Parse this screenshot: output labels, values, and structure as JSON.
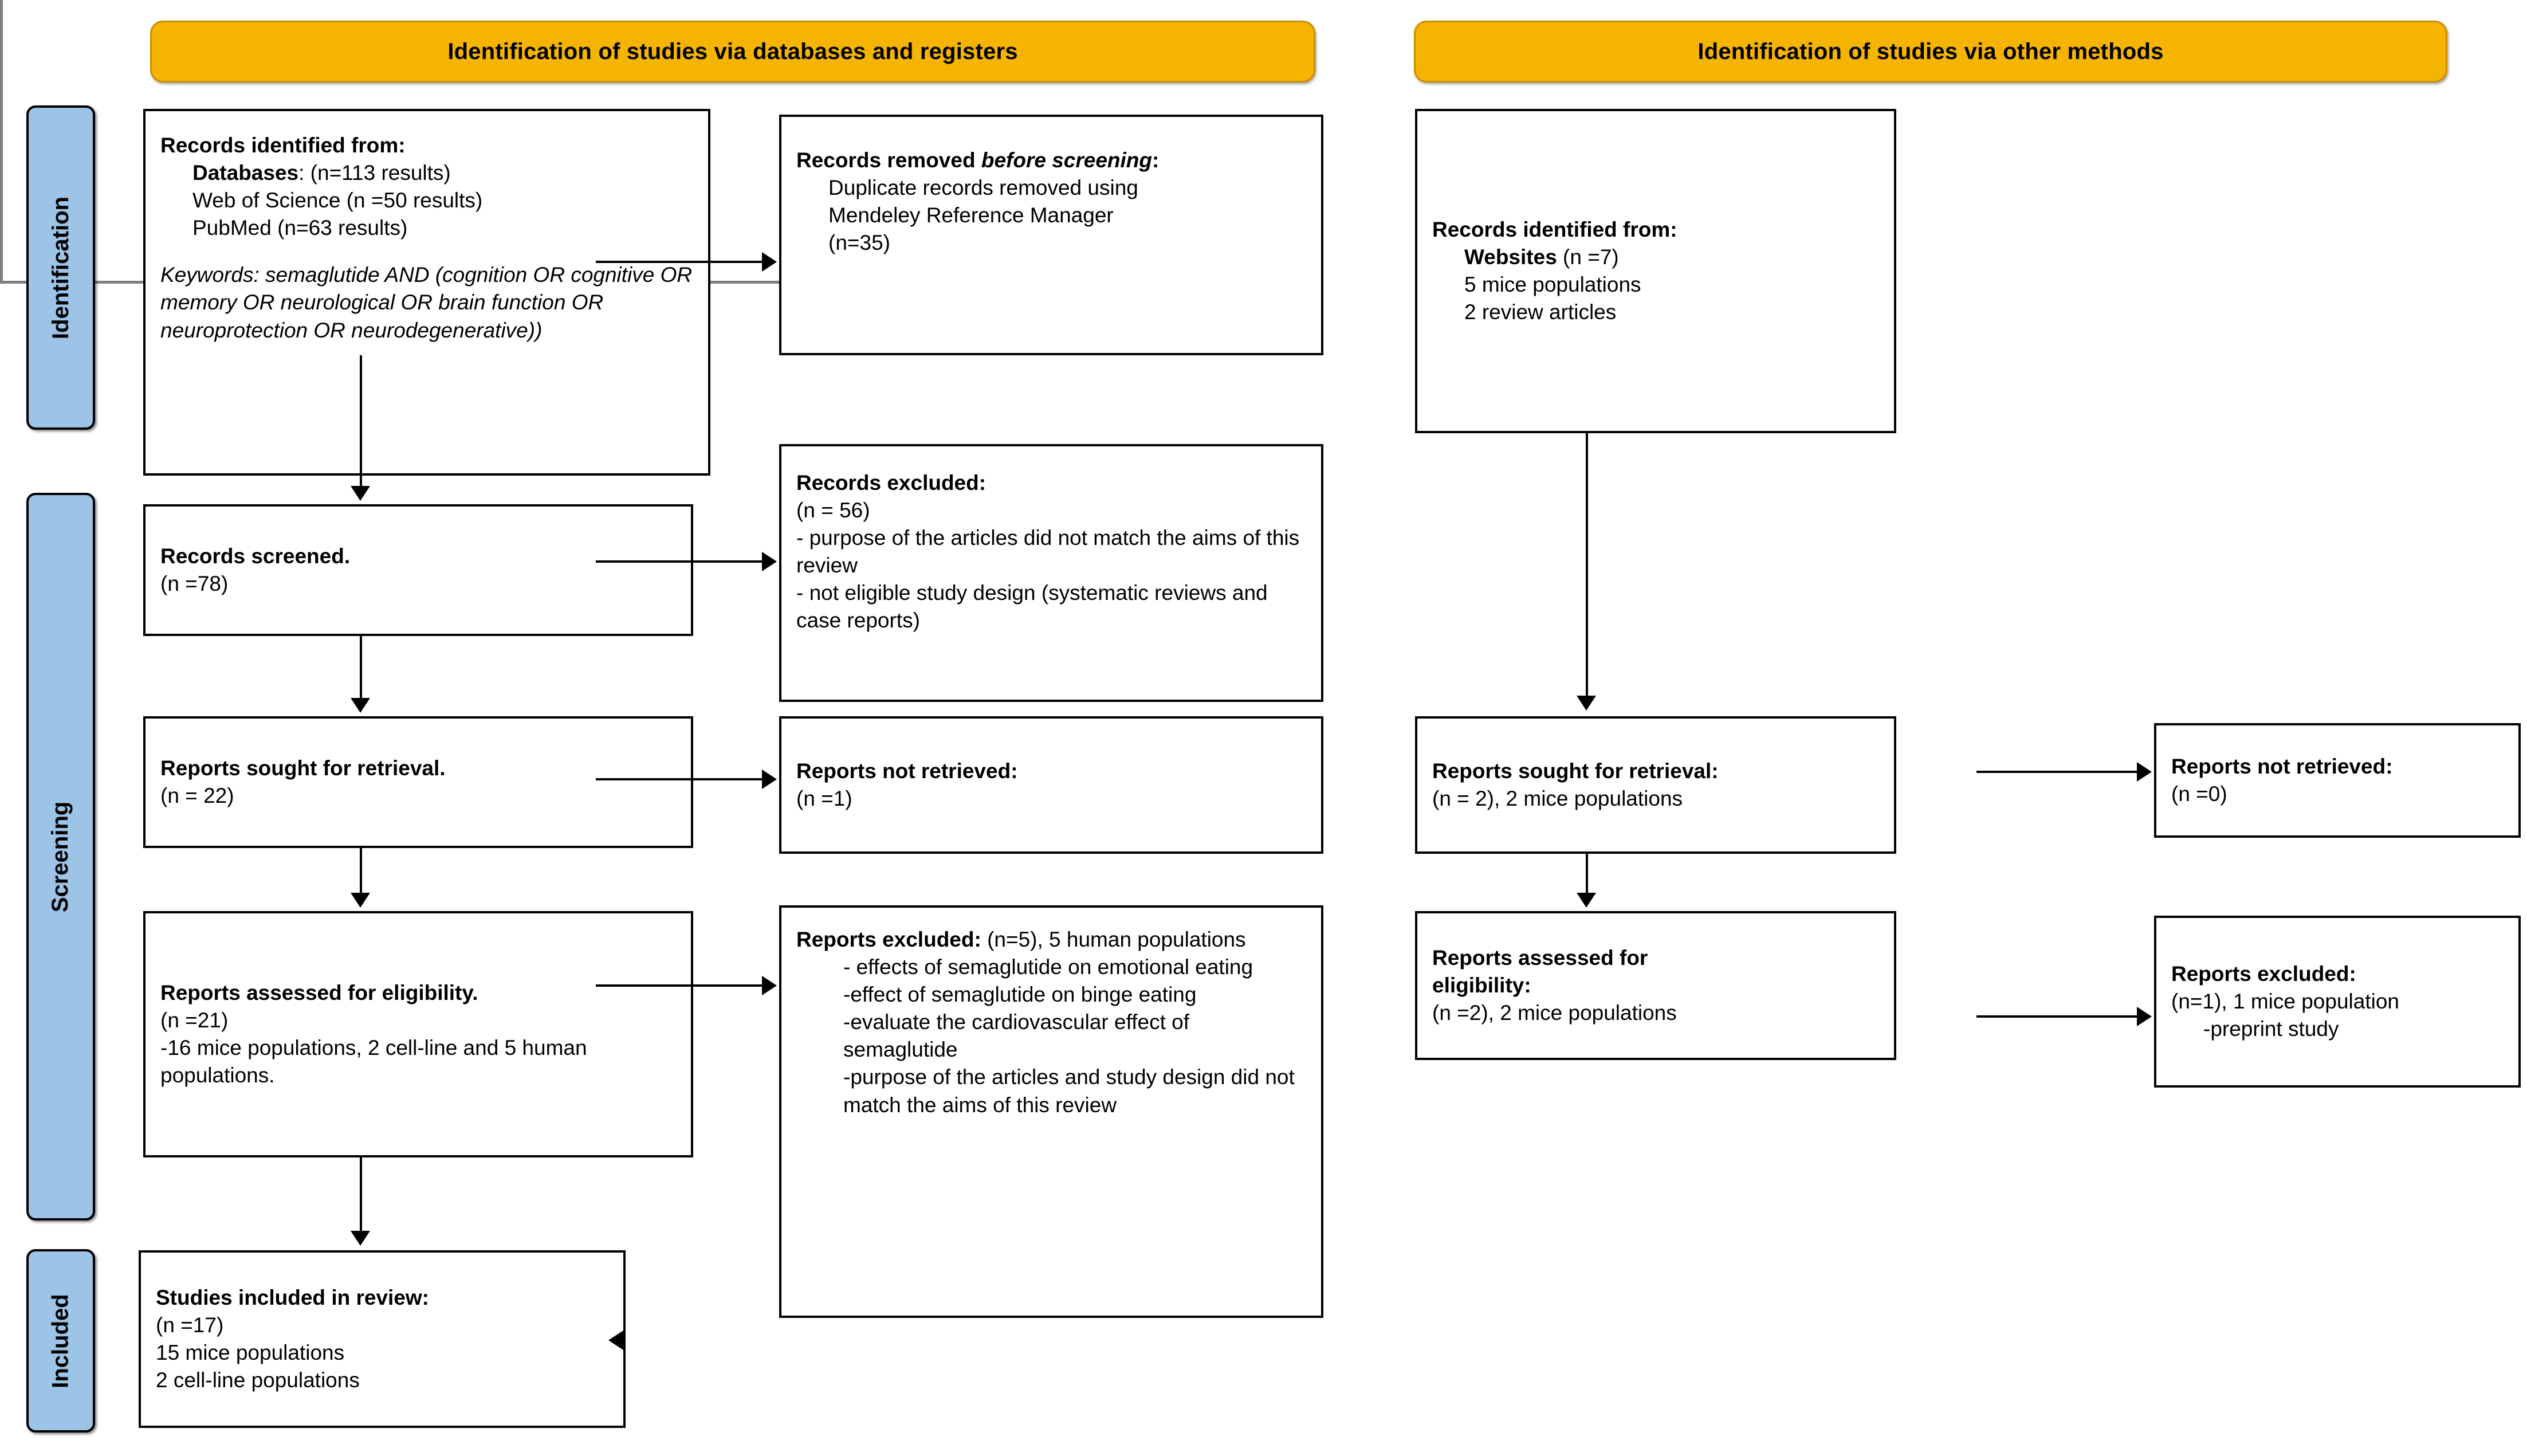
{
  "diagram": {
    "type": "PRISMA 2020 flow diagram",
    "accent_orange": "#f5b400",
    "accent_blue": "#9dc3e6",
    "box_border": "#000000"
  },
  "banners": {
    "left": "Identification of studies via databases and registers",
    "right": "Identification of studies via other methods"
  },
  "stages": {
    "identification": "Identification",
    "screening": "Screening",
    "included": "Included"
  },
  "left_column": {
    "records_identified": {
      "title": "Records identified from:",
      "line_databases_label": "Databases",
      "line_databases_value": ": (n=113 results)",
      "line_wos": "Web of Science (n =50 results)",
      "line_pubmed": "PubMed (n=63 results)",
      "keywords": "Keywords: semaglutide AND (cognition OR cognitive OR memory OR neurological OR brain function OR neuroprotection OR neurodegenerative))"
    },
    "records_screened": {
      "title": "Records screened.",
      "count": "(n =78)"
    },
    "reports_sought": {
      "title": "Reports sought for retrieval.",
      "count": "(n = 22)"
    },
    "reports_assessed": {
      "title": "Reports assessed for eligibility.",
      "count": " (n =21)",
      "detail": "-16 mice populations, 2 cell-line and 5 human populations."
    },
    "studies_included": {
      "title": "Studies included in review:",
      "count": "(n =17)",
      "detail_1": "15 mice populations",
      "detail_2": "2 cell-line populations"
    }
  },
  "middle_column": {
    "records_removed": {
      "title_a": "Records removed ",
      "title_b": "before screening",
      "title_c": ":",
      "detail_1": "Duplicate records removed using",
      "detail_2": "Mendeley Reference Manager",
      "detail_3": "(n=35)"
    },
    "records_excluded": {
      "title": "Records excluded:",
      "count": "(n = 56)",
      "reason_1": "- purpose of the articles did not match the aims of this review",
      "reason_2": "- not eligible study design (systematic reviews and case reports)"
    },
    "reports_not_retrieved": {
      "title": "Reports not retrieved:",
      "count": "(n =1)"
    },
    "reports_excluded": {
      "title": "Reports excluded:",
      "count": " (n=5), 5 human populations",
      "reason_1": "- effects of semaglutide on emotional eating",
      "reason_2": "-effect of semaglutide on binge eating",
      "reason_3": "-evaluate the cardiovascular effect of semaglutide",
      "reason_4": "-purpose of the articles and study design did not match the aims of this review"
    }
  },
  "right_column": {
    "records_identified": {
      "title": "Records identified from:",
      "websites_label": "Websites",
      "websites_value": " (n =7)",
      "detail_1": "5 mice populations",
      "detail_2": "2 review articles"
    },
    "reports_sought": {
      "title": "Reports sought for retrieval:",
      "count": "(n = 2), 2 mice populations"
    },
    "reports_not_retrieved": {
      "title": "Reports not retrieved:",
      "count": "(n =0)"
    },
    "reports_assessed": {
      "title_1": "Reports assessed for",
      "title_2": "eligibility:",
      "count": "(n =2), 2 mice populations"
    },
    "reports_excluded": {
      "title": "Reports excluded:",
      "count": "(n=1), 1 mice population",
      "detail": "-preprint study"
    }
  }
}
